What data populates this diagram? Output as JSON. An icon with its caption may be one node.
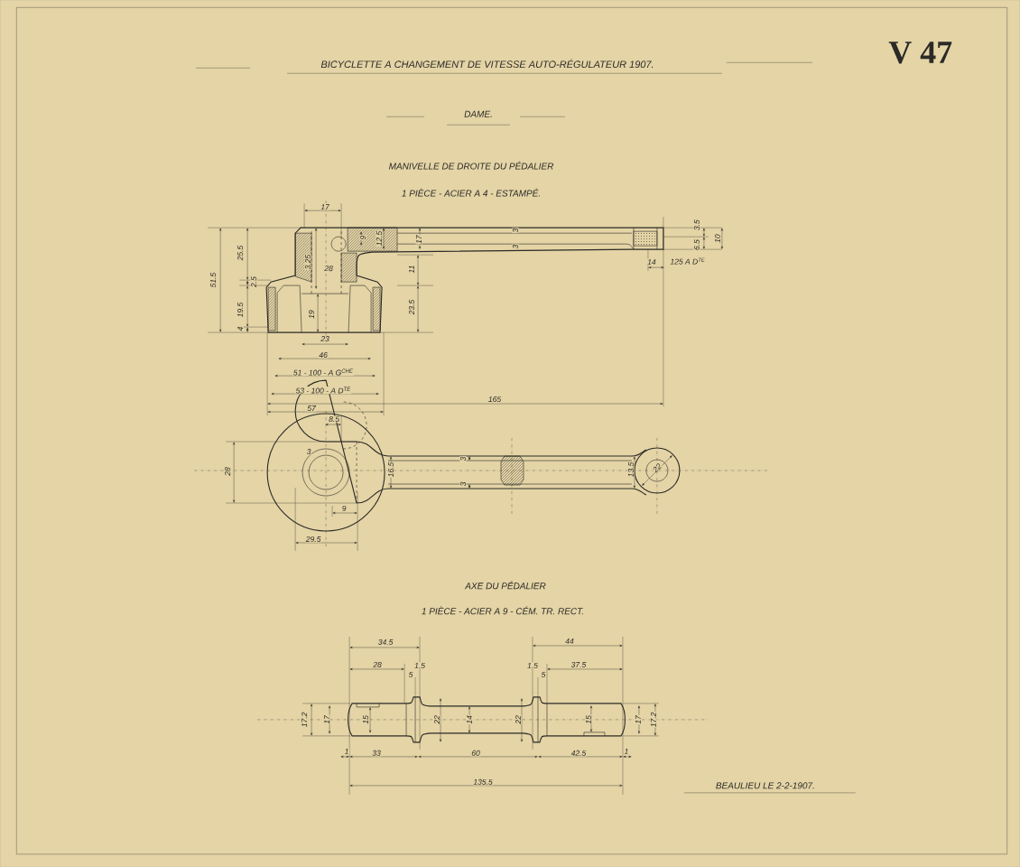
{
  "diagram": {
    "title": "BICYCLETTE A CHANGEMENT DE VITESSE AUTO-RÉGULATEUR 1907.",
    "labels": [
      "V 47",
      "DAME.",
      "MANIVELLE DE DROITE DU PÉDALIER",
      "1 PIÈCE - ACIER A 4 - ESTAMPÉ.",
      "17",
      "51.5",
      "25.5",
      "2.5",
      "19.5",
      "4",
      "3.25",
      "28",
      "19",
      "9",
      "12.5",
      "17",
      "3",
      "3",
      "3.5",
      "6.5",
      "10",
      "11",
      "23.5",
      "14",
      "125 A D$^{TE}$",
      "23",
      "46",
      "51 - 100 - A G$^{CHE}$",
      "53 - 100 - A D$^{TE}$",
      "57",
      "165",
      "8.5",
      "28",
      "3",
      "16.5",
      "3",
      "3",
      "13.5",
      "22",
      "9",
      "29.5",
      "AXE DU PÉDALIER",
      "1 PIÈCE - ACIER A 9 - CÉM. TR. RECT.",
      "34.5",
      "44",
      "28",
      "1.5",
      "5",
      "1.5",
      "5",
      "37.5",
      "17.2",
      "17",
      "15",
      "22",
      "14",
      "22",
      "15",
      "17",
      "17.2",
      "1",
      "33",
      "60",
      "42.5",
      "1",
      "135.5",
      "BEAULIEU LE 2-2-1907."
    ]
  }
}
